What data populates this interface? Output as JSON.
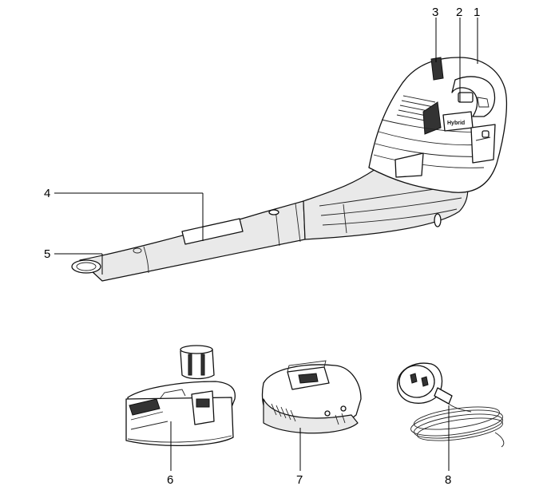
{
  "callouts": [
    {
      "id": "1",
      "label": "1"
    },
    {
      "id": "2",
      "label": "2"
    },
    {
      "id": "3",
      "label": "3"
    },
    {
      "id": "4",
      "label": "4"
    },
    {
      "id": "5",
      "label": "5"
    },
    {
      "id": "6",
      "label": "6"
    },
    {
      "id": "7",
      "label": "7"
    },
    {
      "id": "8",
      "label": "8"
    }
  ],
  "blower": {
    "logo_text": "Hybrid"
  },
  "icons": [
    "blower-icon",
    "battery-pack-icon",
    "battery-charger-icon",
    "power-adapter-icon"
  ]
}
